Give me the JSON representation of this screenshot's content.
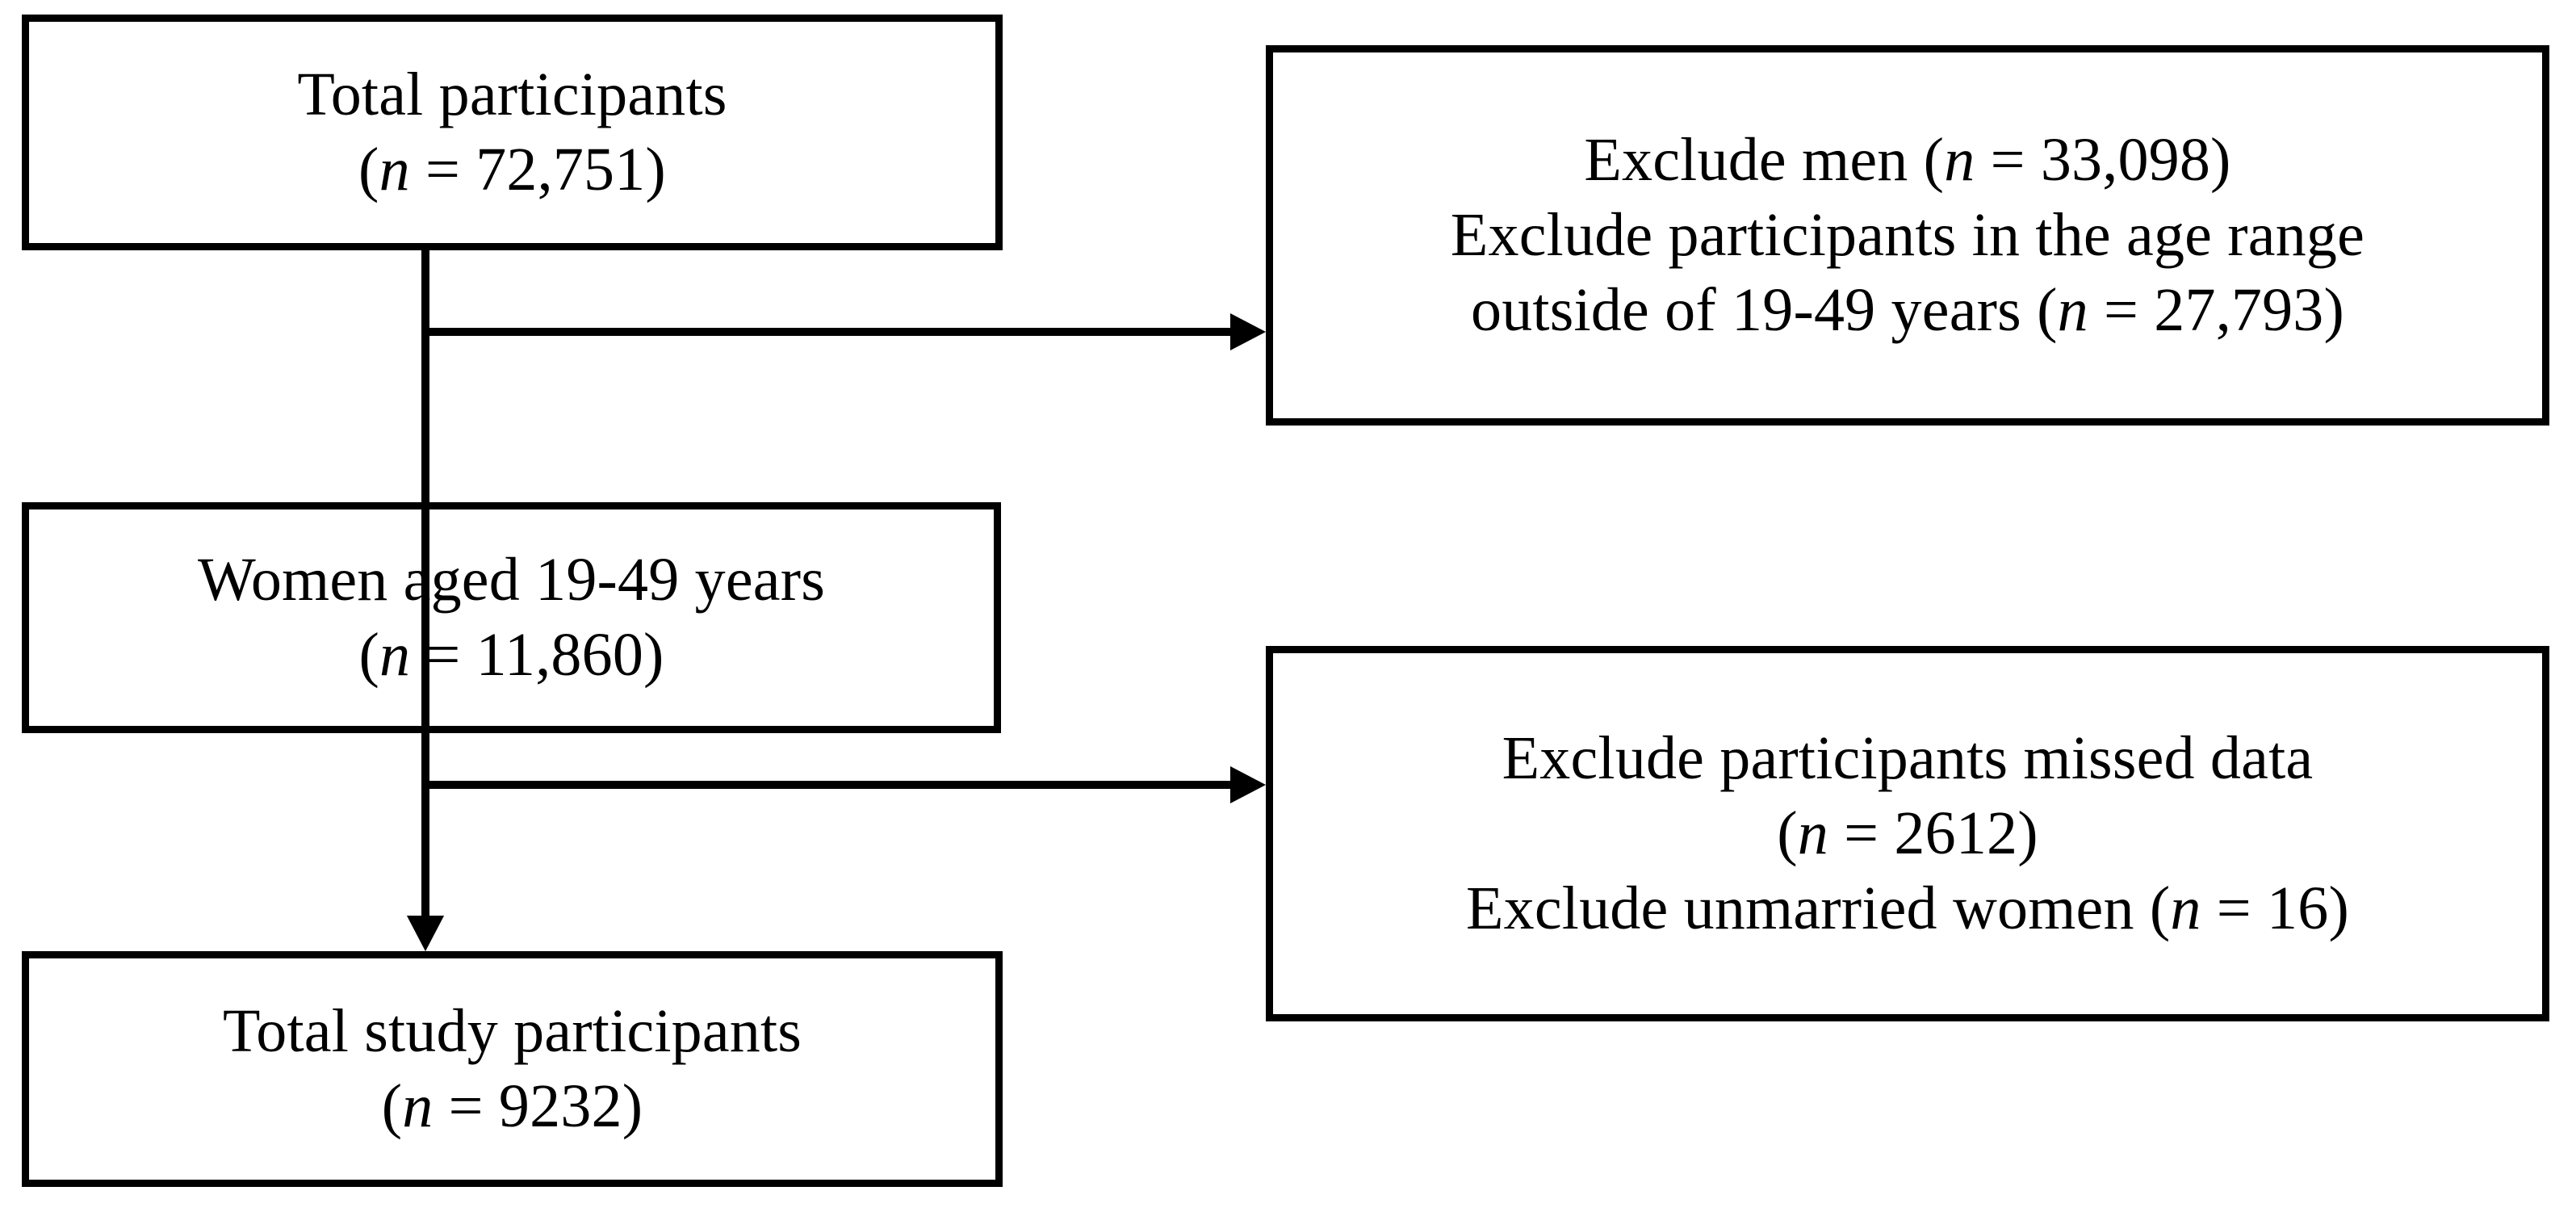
{
  "diagram": {
    "type": "flowchart",
    "title": "Study participant selection flow",
    "orientation": "top-to-bottom with side exclusion branches",
    "colors": {
      "background": "#ffffff",
      "stroke": "#000000",
      "text": "#000000"
    },
    "nodes": [
      {
        "id": "total-participants",
        "role": "main",
        "lines": [
          {
            "text": "Total participants"
          },
          {
            "prefix": "(",
            "italic": "n",
            "suffix": " = 72,751)"
          }
        ],
        "line1": "Total participants",
        "line2_open": "(",
        "line2_symbol": "n",
        "line2_rest": " = 72,751)",
        "count": "72,751"
      },
      {
        "id": "women-aged",
        "role": "main",
        "line1": "Women aged 19-49 years",
        "line2_open": "(",
        "line2_symbol": "n",
        "line2_rest": " = 11,860)",
        "count": "11,860"
      },
      {
        "id": "total-study-participants",
        "role": "main",
        "line1": "Total study participants",
        "line2_open": "(",
        "line2_symbol": "n",
        "line2_rest": " = 9232)",
        "count": "9232"
      },
      {
        "id": "exclude-men-and-age",
        "role": "exclusion",
        "line1_open": "Exclude men (",
        "line1_symbol": "n",
        "line1_rest": " = 33,098)",
        "line2": "Exclude participants in the age range",
        "line3_open": "outside of 19-49 years (",
        "line3_symbol": "n",
        "line3_rest": " = 27,793)",
        "counts": [
          "33,098",
          "27,793"
        ]
      },
      {
        "id": "exclude-missing-and-unmarried",
        "role": "exclusion",
        "line1": "Exclude participants missed data",
        "line2_open": "(",
        "line2_symbol": "n",
        "line2_rest": " = 2612)",
        "line3_open": "Exclude unmarried women (",
        "line3_symbol": "n",
        "line3_rest": " = 16)",
        "counts": [
          "2612",
          "16"
        ]
      }
    ],
    "connectors": [
      {
        "id": "flow-1",
        "from": "total-participants",
        "to": "women-aged",
        "arrow": "down"
      },
      {
        "id": "branch-1",
        "from": "total-participants",
        "to": "exclude-men-and-age",
        "arrow": "right"
      },
      {
        "id": "flow-2",
        "from": "women-aged",
        "to": "total-study-participants",
        "arrow": "down"
      },
      {
        "id": "branch-2",
        "from": "women-aged",
        "to": "exclude-missing-and-unmarried",
        "arrow": "right"
      }
    ]
  }
}
